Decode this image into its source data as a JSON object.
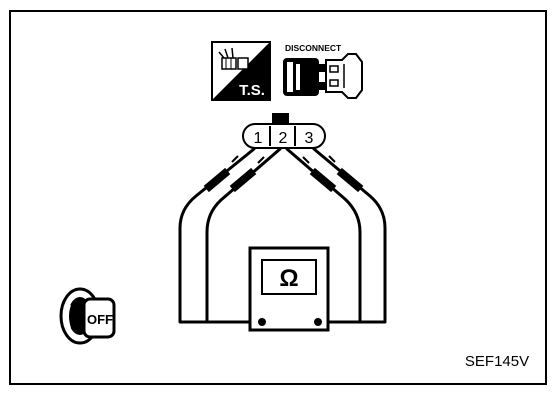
{
  "diagram": {
    "ts_badge": {
      "label": "T.S."
    },
    "connector": {
      "caption": "DISCONNECT"
    },
    "terminals": [
      "1",
      "2",
      "3"
    ],
    "ohmmeter": {
      "symbol": "Ω"
    },
    "ignition": {
      "label": "OFF"
    },
    "code": "SEF145V"
  }
}
